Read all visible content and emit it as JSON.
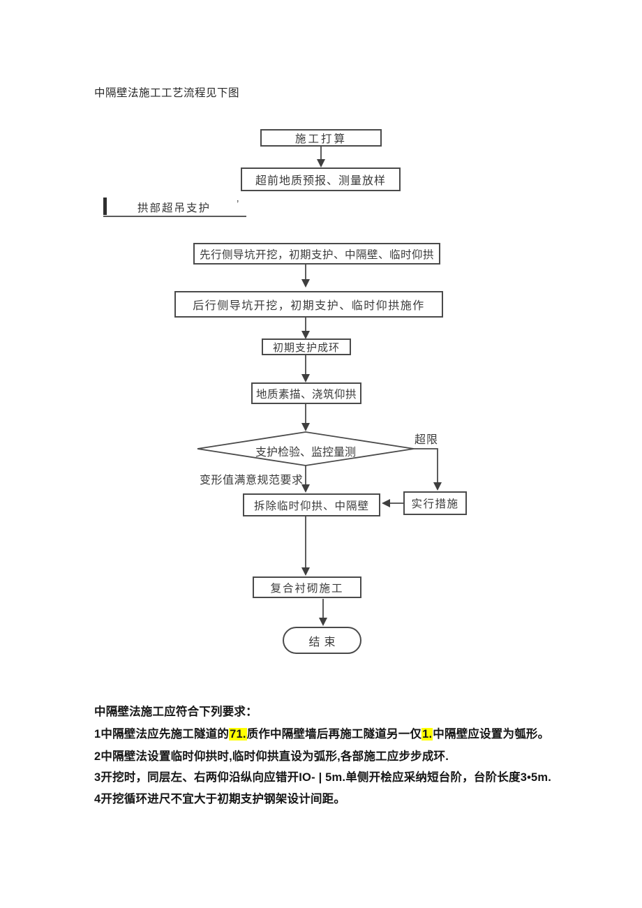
{
  "page": {
    "intro": "中隔壁法施工工艺流程见下图"
  },
  "flowchart": {
    "nodes": {
      "start": "施工打算",
      "forecast": "超前地质预报、测量放样",
      "arch_support_label": "拱部超吊支护",
      "arch_tick": "’",
      "first_drift": "先行侧导坑开挖，初期支护、中隔壁、临时仰拱",
      "second_drift": "后行侧导坑开挖，初期支护、临时仰拱施作",
      "support_ring": "初期支护成环",
      "geo_sketch": "地质素描、浇筑仰拱",
      "inspection": "支护检验、监控量测",
      "remove_wall": "拆除临时仰拱、中隔壁",
      "measures": "实行措施",
      "lining": "复合衬砌施工",
      "end": "结束"
    },
    "branch_labels": {
      "over_limit": "超限",
      "deformation_ok": "变形值满意规范要求"
    }
  },
  "requirements": {
    "heading": "中隔壁法施工应符合下列要求：",
    "item1": {
      "pre": "1中隔壁法应先施工隧道的",
      "highlight1": "71.",
      "mid": "质作中隔壁墙后再施工隧道另一仅",
      "highlight2": "1.",
      "post": "中隔壁应设置为瓠形。"
    },
    "item2": "2中隔壁法设置临时仰拱时,临时仰拱直设为弧形,各部施工应步步成环.",
    "item3": "3开挖时，同层左、右两仰沿纵向应错开IO- | 5m.单侧开桧应采纳短台阶，台阶长度3•5m.",
    "item4": "4开挖循环进尺不宜大于初期支护钢架设计间距。"
  },
  "colors": {
    "line": "#4a4a4a",
    "highlight": "#ffff00",
    "text": "#161616"
  }
}
